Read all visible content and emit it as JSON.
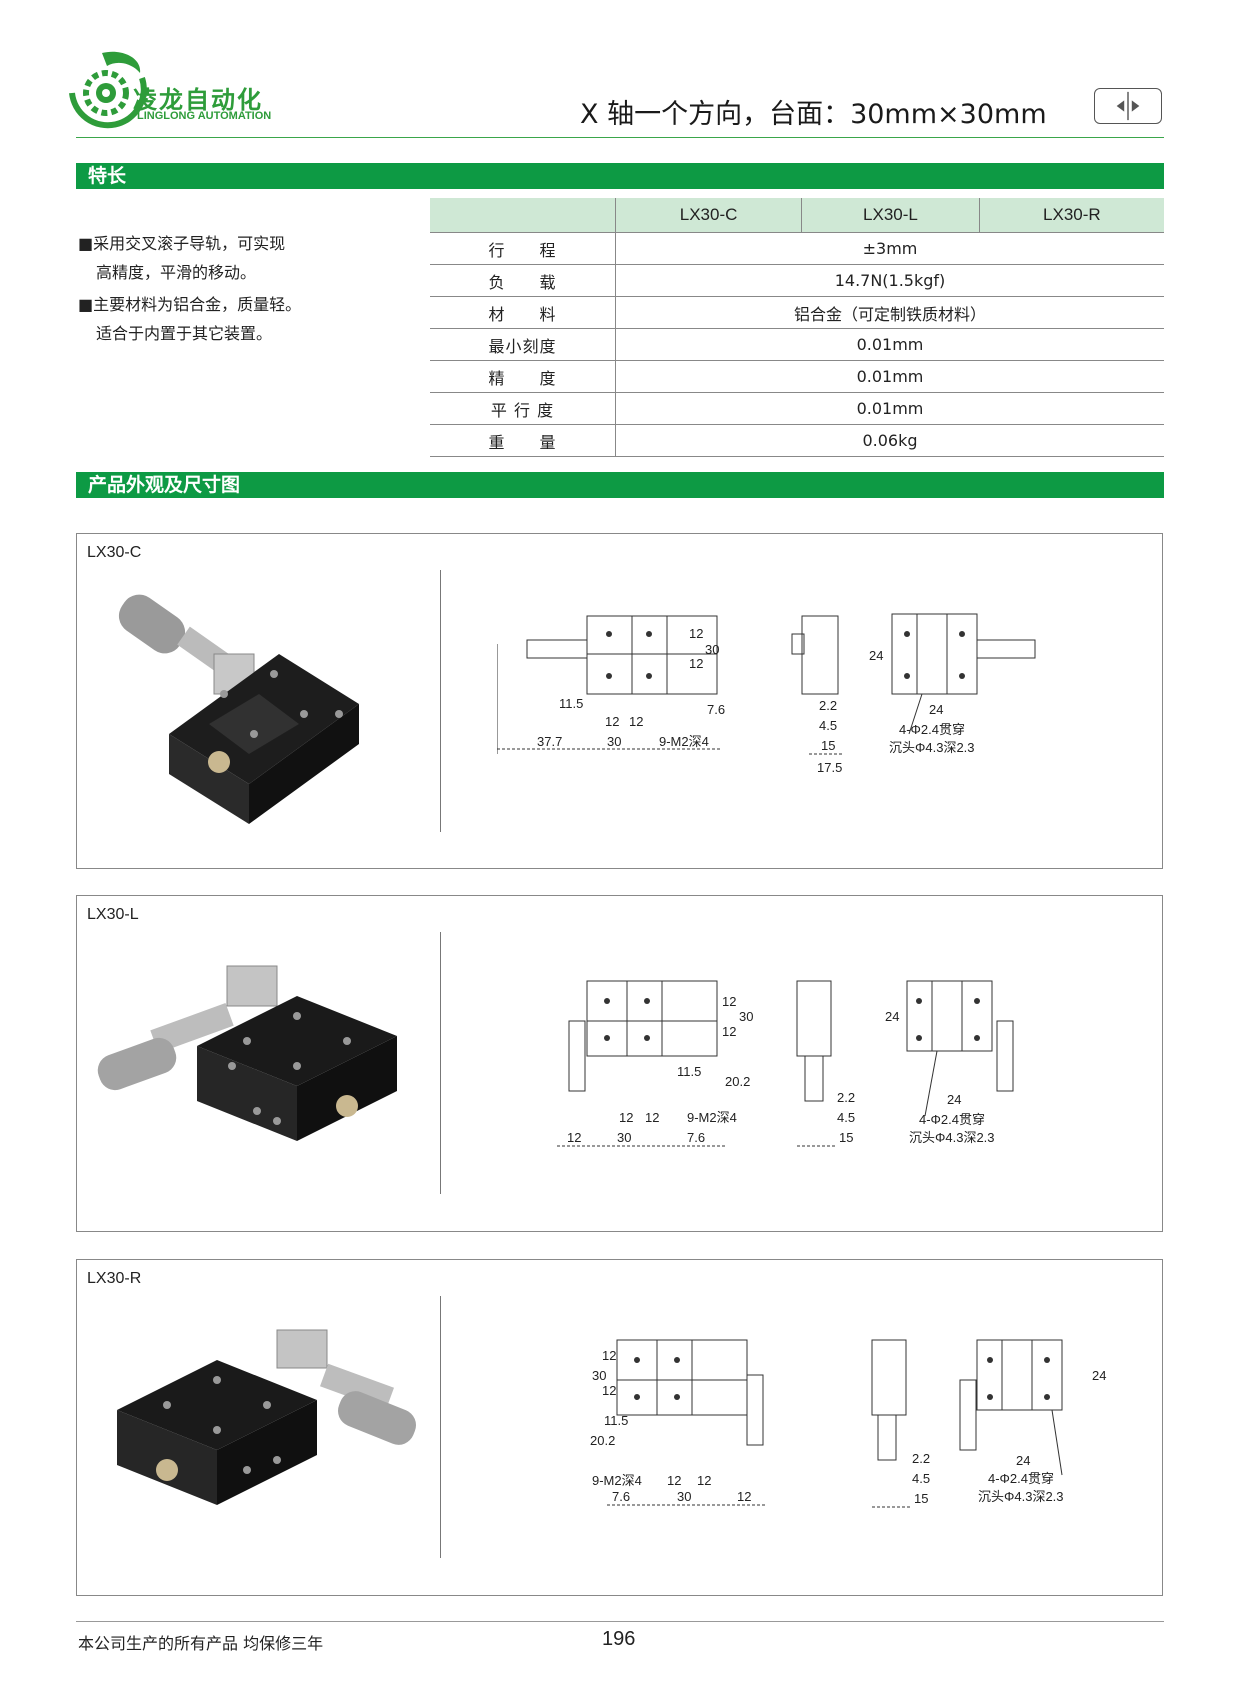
{
  "header": {
    "brand_cn": "凌龙自动化",
    "brand_en": "LINGLONG AUTOMATION",
    "title": "X 轴一个方向，台面：30mm×30mm"
  },
  "colors": {
    "brand_green": "#0d9a44",
    "table_header": "#cfe8d5"
  },
  "sections": {
    "features": "特长",
    "drawings": "产品外观及尺寸图"
  },
  "features": [
    "■采用交叉滚子导轨，可实现",
    "高精度，平滑的移动。",
    "■主要材料为铝合金，质量轻。",
    "适合于内置于其它装置。"
  ],
  "spec_table": {
    "models": [
      "LX30-C",
      "LX30-L",
      "LX30-R"
    ],
    "rows": [
      {
        "label": "行　　程",
        "value": "±3mm"
      },
      {
        "label": "负　　载",
        "value": "14.7N(1.5kgf)"
      },
      {
        "label": "材　　料",
        "value": "铝合金（可定制铁质材料）"
      },
      {
        "label": "最小刻度",
        "value": "0.01mm"
      },
      {
        "label": "精　　度",
        "value": "0.01mm"
      },
      {
        "label": "平 行 度",
        "value": "0.01mm"
      },
      {
        "label": "重　　量",
        "value": "0.06kg"
      }
    ]
  },
  "panels": [
    {
      "model": "LX30-C",
      "dims": {
        "d1": "11.5",
        "d2": "12",
        "d3": "12",
        "d4": "37.7",
        "d5": "30",
        "d6": "9-M2深4",
        "d7": "12",
        "d8": "12",
        "d9": "30",
        "d10": "7.6",
        "s1": "2.2",
        "s2": "4.5",
        "s3": "15",
        "s4": "17.5",
        "r1": "24",
        "r2": "24",
        "r3": "4-Φ2.4贯穿",
        "r4": "沉头Φ4.3深2.3"
      }
    },
    {
      "model": "LX30-L",
      "dims": {
        "d1": "12",
        "d2": "12",
        "d3": "12",
        "d4": "30",
        "d5": "7.6",
        "d6": "9-M2深4",
        "d7": "12",
        "d8": "12",
        "d9": "30",
        "d10": "11.5",
        "d11": "20.2",
        "s1": "2.2",
        "s2": "4.5",
        "s3": "15",
        "r1": "24",
        "r2": "24",
        "r3": "4-Φ2.4贯穿",
        "r4": "沉头Φ4.3深2.3"
      }
    },
    {
      "model": "LX30-R",
      "dims": {
        "d1": "30",
        "d2": "12",
        "d3": "12",
        "d4": "20.2",
        "d5": "11.5",
        "d6": "9-M2深4",
        "d7": "12",
        "d8": "12",
        "d9": "7.6",
        "d10": "30",
        "d11": "12",
        "s1": "2.2",
        "s2": "4.5",
        "s3": "15",
        "r1": "24",
        "r2": "24",
        "r3": "4-Φ2.4贯穿",
        "r4": "沉头Φ4.3深2.3"
      }
    }
  ],
  "footer": {
    "note": "本公司生产的所有产品 均保修三年",
    "page": "196"
  }
}
